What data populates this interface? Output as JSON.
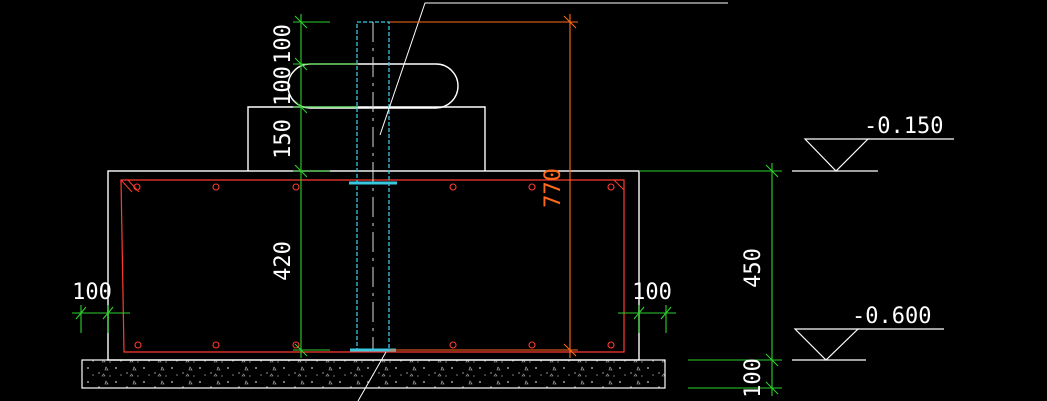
{
  "colors": {
    "background": "#000000",
    "outline": "#ffffff",
    "rebar": "#ff3b30",
    "dimension": "#2cd12c",
    "column": "#39c8e0",
    "orange_dimension": "#ff6a1a",
    "ticks": "#ff6a1a"
  },
  "dimensions": {
    "top_100_a": "100",
    "top_100_b": "100",
    "label_150": "150",
    "label_420": "420",
    "label_770": "770",
    "left_100": "100",
    "right_100": "100",
    "label_450": "450",
    "bottom_100": "100"
  },
  "elevations": {
    "upper": "-0.150",
    "lower": "-0.600"
  }
}
